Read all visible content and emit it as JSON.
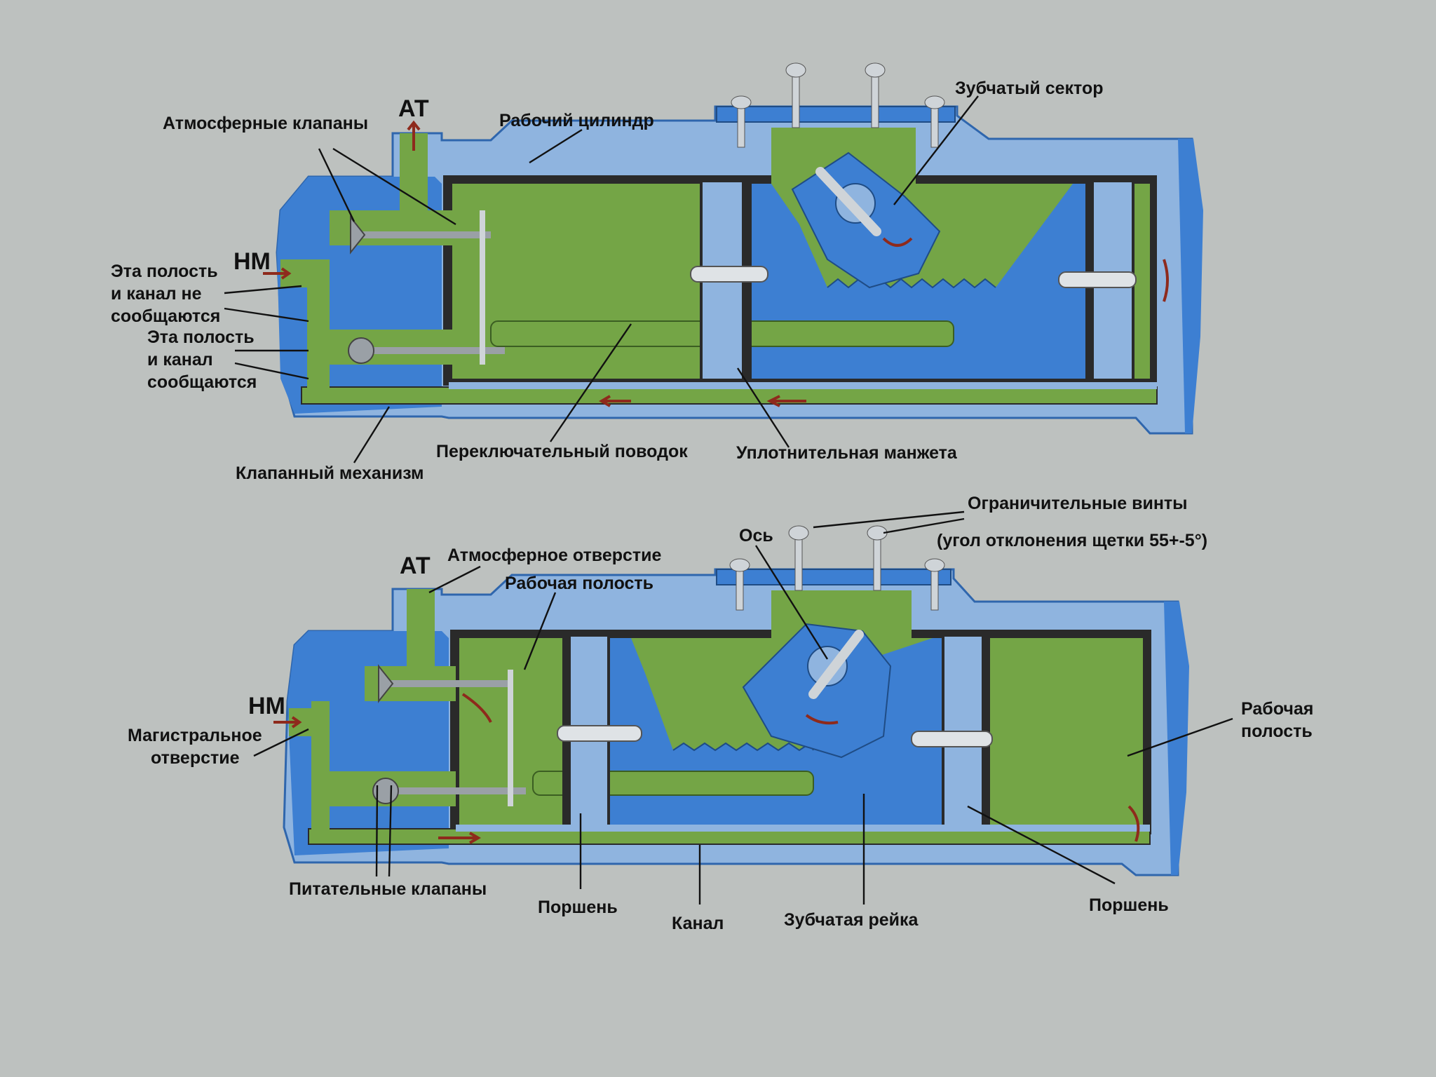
{
  "colors": {
    "background": "#bdc1bf",
    "housing_blue": "#3d7fd2",
    "light_blue": "#8fb4df",
    "green": "#74a546",
    "dark": "#2a2a2a",
    "flow_arrow": "#8e2a1c"
  },
  "top_diagram": {
    "labels": {
      "at": "АТ",
      "nm": "НМ",
      "atm_valves": "Атмосферные клапаны",
      "working_cylinder": "Рабочий цилиндр",
      "gear_sector": "Зубчатый сектор",
      "cavity_no_1": "Эта полость",
      "cavity_no_2": "и канал не",
      "cavity_no_3": "сообщаются",
      "cavity_yes_1": "Эта полость",
      "cavity_yes_2": "и канал",
      "cavity_yes_3": "сообщаются",
      "valve_mechanism": "Клапанный механизм",
      "switch_lever": "Переключательный поводок",
      "seal_cuff": "Уплотнительная манжета"
    }
  },
  "bottom_diagram": {
    "labels": {
      "at": "АТ",
      "nm": "НМ",
      "atm_hole": "Атмосферное отверстие",
      "working_cavity": "Рабочая полость",
      "axis": "Ось",
      "limit_screws": "Ограничительные винты",
      "brush_angle": "(угол отклонения щетки 55+-5°)",
      "main_hole_1": "Магистральное",
      "main_hole_2": "отверстие",
      "working_cavity_r1": "Рабочая",
      "working_cavity_r2": "полость",
      "feed_valves": "Питательные клапаны",
      "piston_left": "Поршень",
      "channel": "Канал",
      "gear_rack": "Зубчатая рейка",
      "piston_right": "Поршень"
    }
  }
}
